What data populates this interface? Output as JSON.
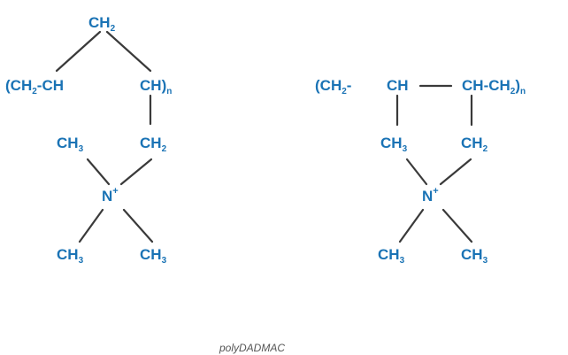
{
  "colors": {
    "atom": "#1a73b5",
    "bond": "#3a3a3a",
    "caption": "#555555"
  },
  "caption": "polyDADMAC",
  "structure_a": {
    "top_ch2": {
      "base": "CH",
      "sub": "2"
    },
    "backbone_left": {
      "open_paren": "(",
      "base1": "CH",
      "sub1": "2",
      "dash": "-",
      "base2": "CH"
    },
    "backbone_right": {
      "base": "CH",
      "close_paren": ")",
      "sub_n": "n"
    },
    "ring_ch2": {
      "base": "CH",
      "sub": "2"
    },
    "methyl_upper": {
      "base": "CH",
      "sub": "3"
    },
    "nitrogen": {
      "base": "N",
      "sup": "+"
    },
    "methyl_lower_left": {
      "base": "CH",
      "sub": "3"
    },
    "methyl_lower_right": {
      "base": "CH",
      "sub": "3"
    }
  },
  "structure_b": {
    "chain": {
      "open_paren": "(",
      "seg1_base": "CH",
      "seg1_sub": "2",
      "seg1_dash": "-",
      "seg2": "CH",
      "seg3": "CH",
      "seg3_dash": "-",
      "seg4_base": "CH",
      "seg4_sub": "2",
      "close_paren": ")",
      "sub_n": "n"
    },
    "methyl_upper": {
      "base": "CH",
      "sub": "3"
    },
    "ring_ch2": {
      "base": "CH",
      "sub": "2"
    },
    "nitrogen": {
      "base": "N",
      "sup": "+"
    },
    "methyl_lower_left": {
      "base": "CH",
      "sub": "3"
    },
    "methyl_lower_right": {
      "base": "CH",
      "sub": "3"
    }
  }
}
